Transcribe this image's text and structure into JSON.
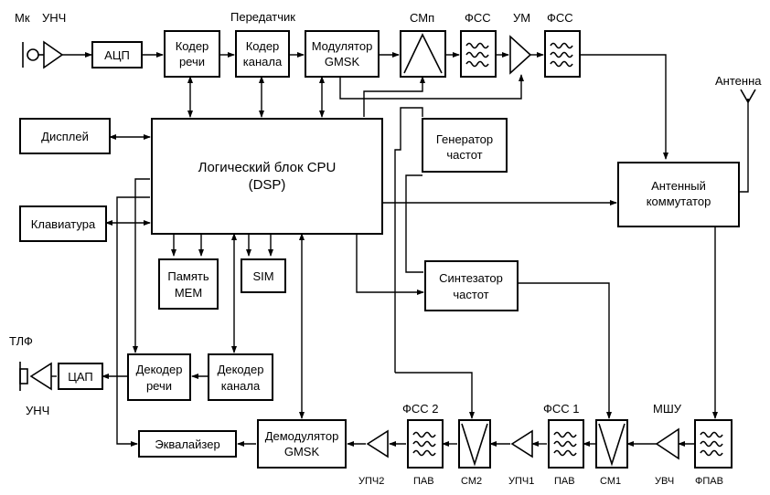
{
  "labels": {
    "mic": "Мк",
    "unch_top": "УНЧ",
    "adc": "АЦП",
    "transmitter": "Передатчик",
    "speech_coder_1": "Кодер",
    "speech_coder_2": "речи",
    "channel_coder_1": "Кодер",
    "channel_coder_2": "канала",
    "modulator_1": "Модулятор",
    "modulator_2": "GMSK",
    "mixer_tx": "СМп",
    "fss_top_1": "ФСС",
    "pa": "УМ",
    "fss_top_2": "ФСС",
    "antenna": "Антенна",
    "display": "Дисплей",
    "cpu_1": "Логический блок CPU",
    "cpu_2": "(DSP)",
    "generator_1": "Генератор",
    "generator_2": "частот",
    "keyboard": "Клавиатура",
    "antenna_switch_1": "Антенный",
    "antenna_switch_2": "коммутатор",
    "memory_1": "Память",
    "memory_2": "MEM",
    "sim": "SIM",
    "synthesizer_1": "Синтезатор",
    "synthesizer_2": "частот",
    "tlf": "ТЛФ",
    "dac": "ЦАП",
    "unch_bottom": "УНЧ",
    "speech_decoder_1": "Декодер",
    "speech_decoder_2": "речи",
    "channel_decoder_1": "Декодер",
    "channel_decoder_2": "канала",
    "equalizer": "Эквалайзер",
    "demodulator_1": "Демодулятор",
    "demodulator_2": "GMSK",
    "upch2": "УПЧ2",
    "fss2": "ФСС 2",
    "pav_2": "ПАВ",
    "cm2": "СМ2",
    "upch1": "УПЧ1",
    "fss1": "ФСС 1",
    "pav_1": "ПАВ",
    "cm1": "СМ1",
    "mshu": "МШУ",
    "uvch": "УВЧ",
    "fpav": "ФПАВ"
  }
}
